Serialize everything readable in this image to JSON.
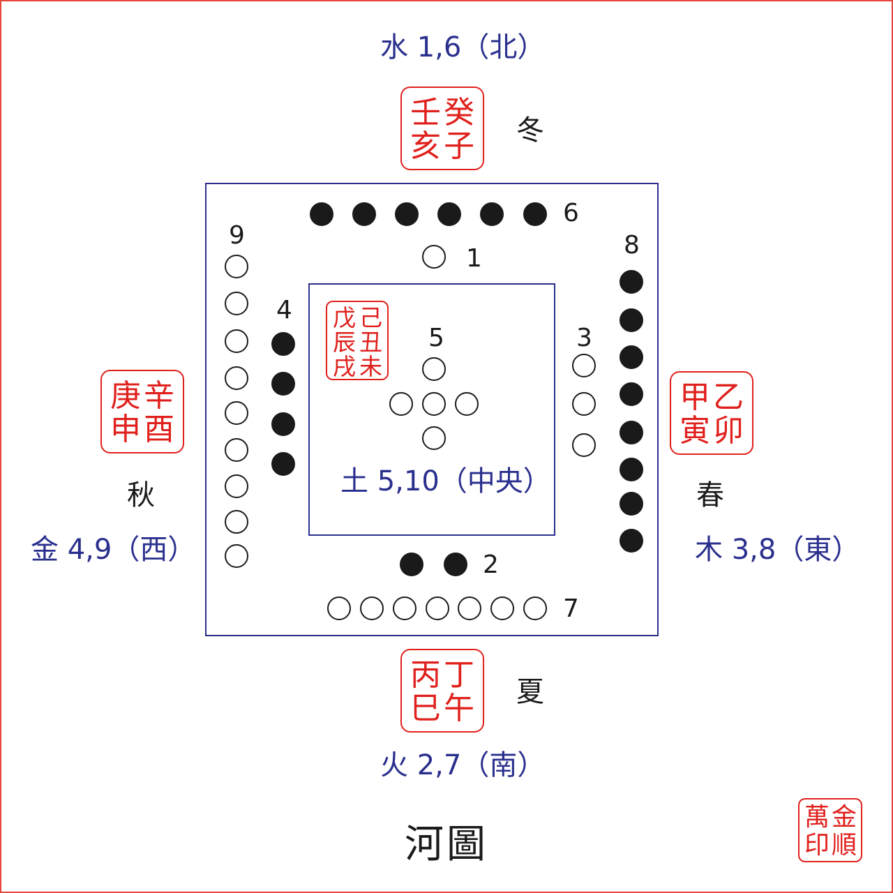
{
  "north": {
    "element": "水 1,6（北）",
    "season": "冬",
    "stems": [
      "壬",
      "癸",
      "亥",
      "子"
    ]
  },
  "south": {
    "element": "火 2,7（南）",
    "season": "夏",
    "stems": [
      "丙",
      "丁",
      "巳",
      "午"
    ]
  },
  "east": {
    "element": "木 3,8（東）",
    "season": "春",
    "stems": [
      "甲",
      "乙",
      "寅",
      "卯"
    ]
  },
  "west": {
    "element": "金 4,9（西）",
    "season": "秋",
    "stems": [
      "庚",
      "辛",
      "申",
      "酉"
    ]
  },
  "center": {
    "element": "土 5,10（中央）",
    "stems": [
      "戊",
      "己",
      "辰",
      "丑",
      "戌",
      "未"
    ]
  },
  "numbers": {
    "n1": "1",
    "n2": "2",
    "n3": "3",
    "n4": "4",
    "n5": "5",
    "n6": "6",
    "n7": "7",
    "n8": "8",
    "n9": "9"
  },
  "title": "河圖",
  "signature_seal": [
    "萬",
    "金",
    "印",
    "順"
  ],
  "colors": {
    "border": "#e8453a",
    "square": "#2a2f8e",
    "text_blue": "#2a2f8e",
    "seal_red": "#e0201c",
    "dot_black": "#1a1a1a"
  }
}
